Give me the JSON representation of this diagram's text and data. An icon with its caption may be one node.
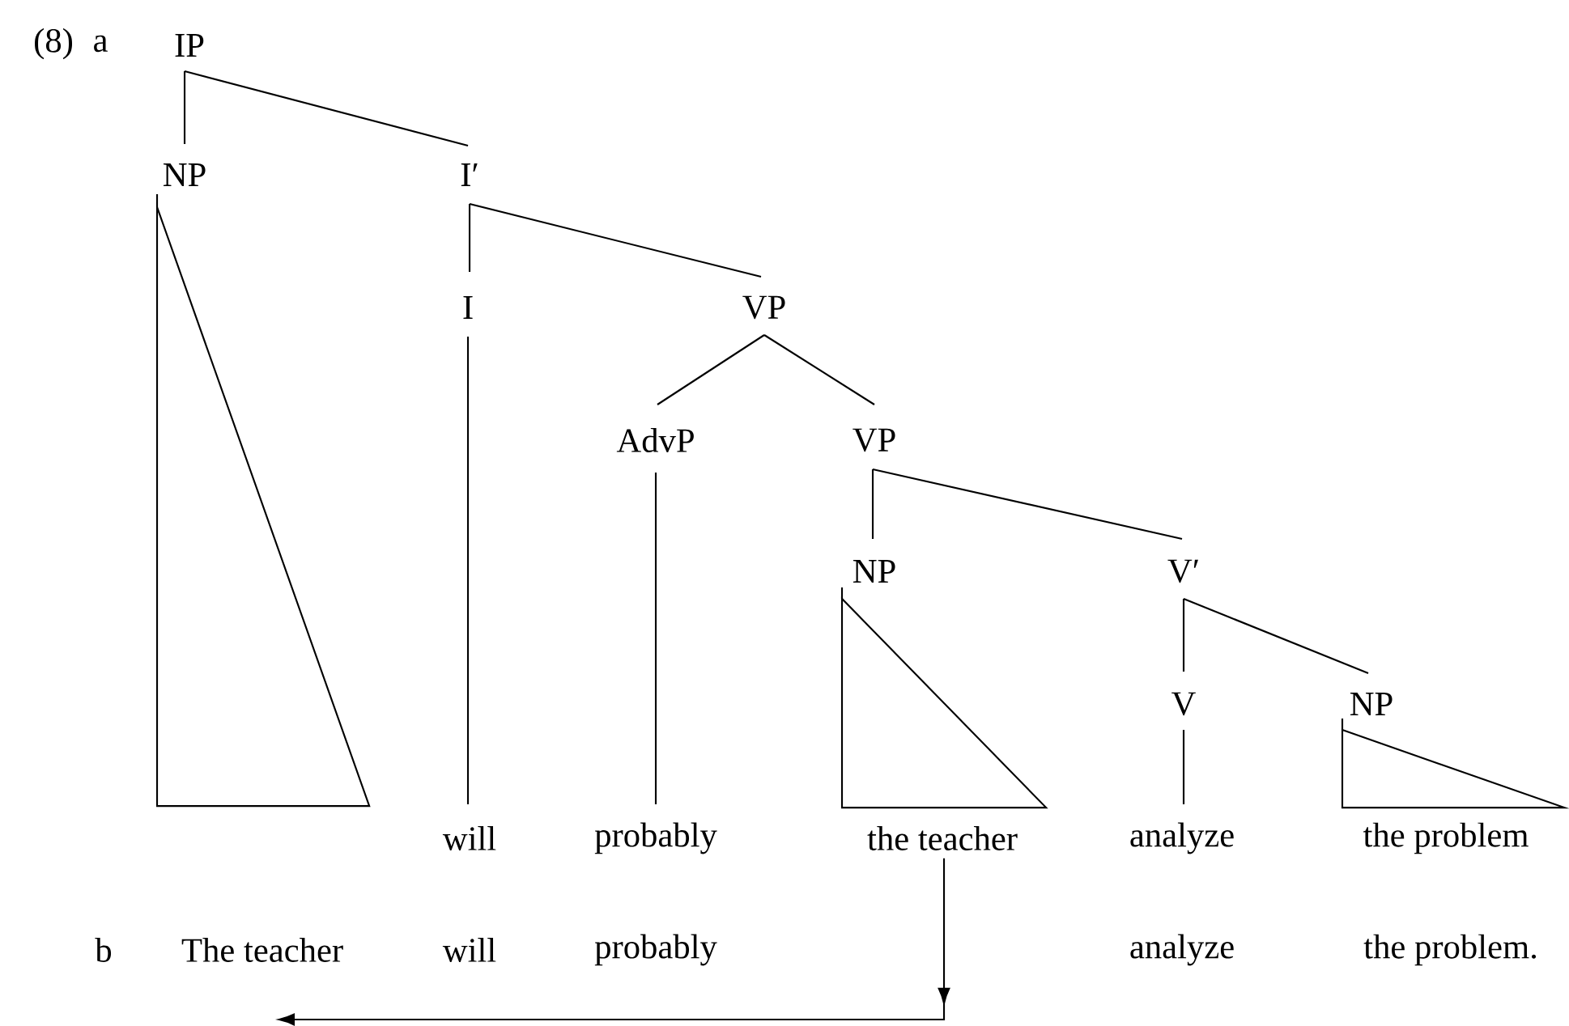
{
  "diagram": {
    "nodes": [
      {
        "text": [
          "IP"
        ]
      },
      {
        "text": [
          "NP"
        ]
      },
      {
        "text": [
          "I′"
        ]
      },
      {
        "text": [
          "I"
        ]
      },
      {
        "text": [
          "VP"
        ]
      },
      {
        "text": [
          "AdvP"
        ]
      },
      {
        "text": [
          "VP"
        ]
      },
      {
        "text": [
          "NP"
        ]
      },
      {
        "text": [
          "V′"
        ]
      },
      {
        "text": [
          "V"
        ]
      },
      {
        "text": [
          "NP"
        ]
      },
      {
        "text": [],
        "shape": "triangle"
      },
      {
        "text": [],
        "shape": "triangle"
      },
      {
        "text": [],
        "shape": "triangle"
      },
      {
        "text": [
          "will"
        ]
      },
      {
        "text": [
          "probably"
        ]
      },
      {
        "text": [
          "the teacher"
        ]
      },
      {
        "text": [
          "analyze"
        ]
      },
      {
        "text": [
          "the problem"
        ]
      },
      {
        "text": [
          "The teacher"
        ]
      },
      {
        "text": [
          "will"
        ]
      },
      {
        "text": [
          "probably"
        ]
      },
      {
        "text": [
          "analyze"
        ]
      },
      {
        "text": [
          "the problem."
        ]
      }
    ],
    "edges": [
      {
        "from": 0,
        "to": 1,
        "arrow": "none"
      },
      {
        "from": 0,
        "to": 2,
        "arrow": "none"
      },
      {
        "from": 1,
        "to": 11,
        "arrow": "none"
      },
      {
        "from": 2,
        "to": 3,
        "arrow": "none"
      },
      {
        "from": 2,
        "to": 4,
        "arrow": "none"
      },
      {
        "from": 4,
        "to": 5,
        "arrow": "none"
      },
      {
        "from": 4,
        "to": 6,
        "arrow": "none"
      },
      {
        "from": 3,
        "to": 14,
        "arrow": "none"
      },
      {
        "from": 5,
        "to": 15,
        "arrow": "none"
      },
      {
        "from": 6,
        "to": 7,
        "arrow": "none"
      },
      {
        "from": 6,
        "to": 8,
        "arrow": "none"
      },
      {
        "from": 7,
        "to": 12,
        "arrow": "none"
      },
      {
        "from": 8,
        "to": 9,
        "arrow": "none"
      },
      {
        "from": 8,
        "to": 10,
        "arrow": "none"
      },
      {
        "from": 10,
        "to": 13,
        "arrow": "none"
      },
      {
        "from": 9,
        "to": 17,
        "arrow": "none"
      },
      {
        "from": 16,
        "to": null,
        "arrow": "to"
      }
    ],
    "labels": [
      "(8)",
      "a",
      "b"
    ]
  }
}
